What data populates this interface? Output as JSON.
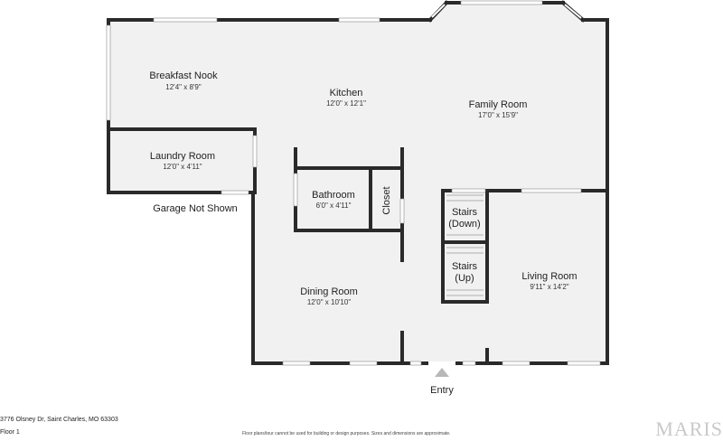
{
  "rooms": {
    "breakfast_nook": {
      "name": "Breakfast Nook",
      "dims": "12'4\" x 8'9\""
    },
    "kitchen": {
      "name": "Kitchen",
      "dims": "12'0\" x 12'1\""
    },
    "family_room": {
      "name": "Family Room",
      "dims": "17'0\" x 15'9\""
    },
    "laundry_room": {
      "name": "Laundry Room",
      "dims": "12'0\" x 4'11\""
    },
    "bathroom": {
      "name": "Bathroom",
      "dims": "6'0\" x 4'11\""
    },
    "closet": {
      "name": "Closet"
    },
    "stairs_down": {
      "line1": "Stairs",
      "line2": "(Down)"
    },
    "stairs_up": {
      "line1": "Stairs",
      "line2": "(Up)"
    },
    "living_room": {
      "name": "Living Room",
      "dims": "9'11\" x 14'2\""
    },
    "dining_room": {
      "name": "Dining Room",
      "dims": "12'0\" x 10'10\""
    }
  },
  "labels": {
    "garage": "Garage Not Shown",
    "entry": "Entry"
  },
  "footer": {
    "address": "3776 Olsney Dr, Saint Charles, MO 63303",
    "floor": "Floor 1",
    "disclaimer": "Floor plans/tour cannot be used for building or design purposes. Sizes and dimensions are approximate.",
    "brand": "MARIS"
  },
  "colors": {
    "wall": "#2a2a2a",
    "floor": "#f1f1f1",
    "window": "#ffffff",
    "entry_marker": "#b8b8b8"
  }
}
